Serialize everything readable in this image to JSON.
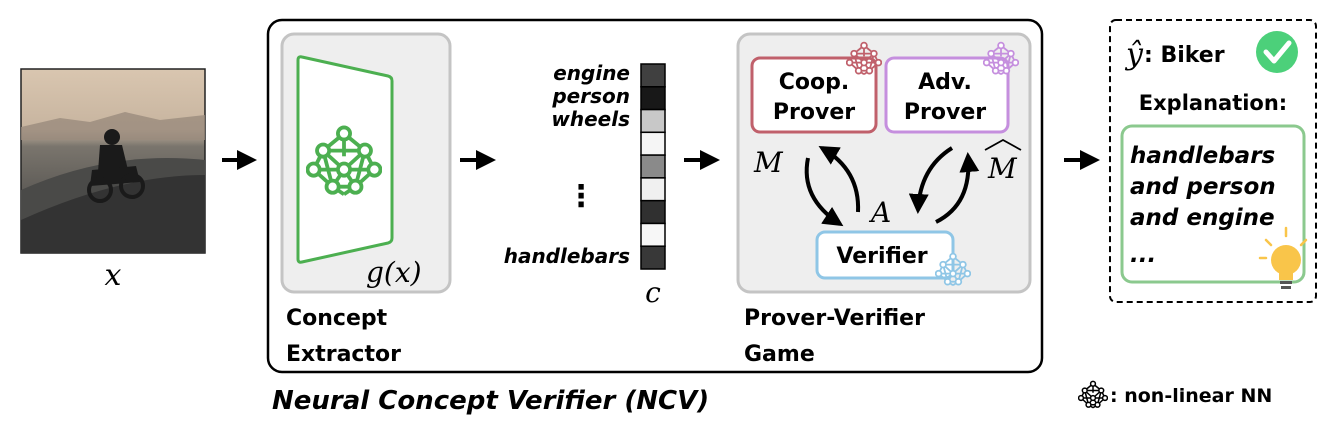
{
  "input": {
    "var_label": "x"
  },
  "main_box": {
    "title": "Neural Concept Verifier (NCV)"
  },
  "concept_extractor": {
    "label_line1": "Concept",
    "label_line2": "Extractor",
    "function_label": "g(x)"
  },
  "concepts": {
    "items": [
      "engine",
      "person",
      "wheels"
    ],
    "ellipsis": "⋮",
    "last_item": "handlebars",
    "vector_label": "c",
    "vector_shades": [
      "#404040",
      "#181818",
      "#c8c8c8",
      "#f5f5f5",
      "#8a8a8a",
      "#f0f0f0",
      "#303030",
      "#f7f7f7",
      "#383838"
    ]
  },
  "prover_verifier_game": {
    "label_line1": "Prover-Verifier",
    "label_line2": "Game",
    "coop_prover_line1": "Coop.",
    "coop_prover_line2": "Prover",
    "adv_prover_line1": "Adv.",
    "adv_prover_line2": "Prover",
    "verifier": "Verifier",
    "message_m": "M",
    "message_m_hat": "M",
    "answer_a": "A",
    "colors": {
      "coop": "#c0606b",
      "adv": "#c58fde",
      "verifier": "#8fc6e6"
    }
  },
  "output": {
    "y_hat": "ŷ",
    "prediction": ": Biker",
    "explanation_title": "Explanation:",
    "explanation_lines": [
      "handlebars",
      "and person",
      "and engine",
      "..."
    ]
  },
  "legend": {
    "text": ": non-linear NN"
  },
  "colors": {
    "extractor_green": "#4caf50",
    "check_green": "#4cd07a",
    "bulb_yellow": "#f9c54a",
    "panel_fill": "#eeeeee",
    "panel_stroke": "#c4c4c4"
  }
}
